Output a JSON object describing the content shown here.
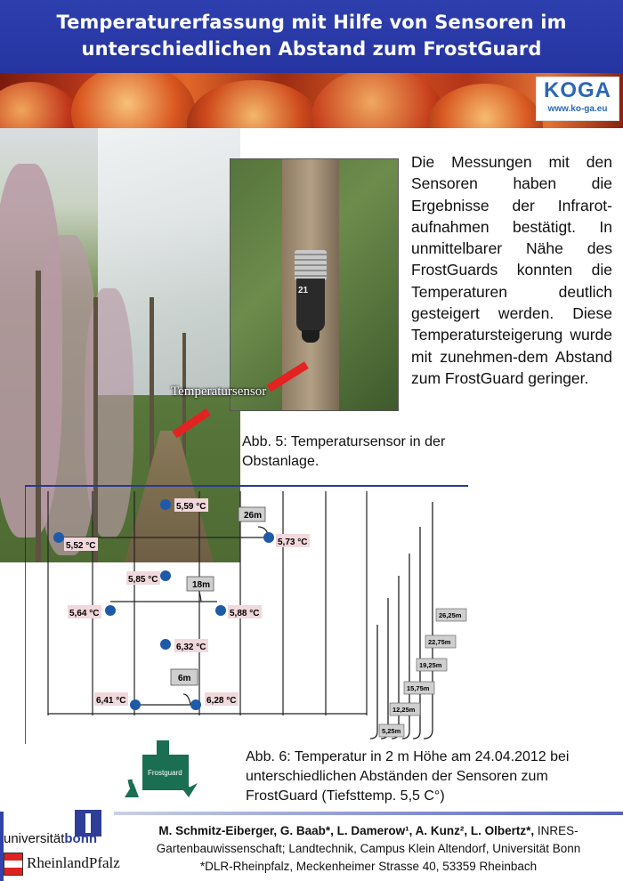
{
  "title": {
    "line1": "Temperaturerfassung mit Hilfe von Sensoren im",
    "line2": "unterschiedlichen Abstand zum FrostGuard"
  },
  "logo": {
    "mark": "KOGA",
    "url": "www.ko-ga.eu"
  },
  "photo": {
    "sensor_label": "Temperatursensor",
    "sensor_number": "21"
  },
  "body_text": "Die Messungen mit den Sensoren haben die Ergebnisse der Infrarot-aufnahmen bestätigt. In unmittelbarer Nähe des FrostGuards konnten die Temperaturen deutlich gesteigert werden. Diese Temperatursteigerung wurde mit zunehmen-dem Abstand zum FrostGuard geringer.",
  "captions": {
    "fig5": "Abb. 5: Temperatursensor in der Obstanlage.",
    "fig6": "Abb. 6: Temperatur in 2 m Höhe am 24.04.2012 bei unterschiedlichen Abständen der Sensoren zum FrostGuard (Tiefsttemp. 5,5 C°)"
  },
  "diagram": {
    "frostguard_label": "Frostguard",
    "sensors": [
      {
        "id": "s1",
        "temp": "5,59 °C"
      },
      {
        "id": "s2",
        "temp": "5,52 °C"
      },
      {
        "id": "s3",
        "temp": "5,73 °C"
      },
      {
        "id": "s4",
        "temp": "5,85 °C"
      },
      {
        "id": "s5",
        "temp": "5,64 °C"
      },
      {
        "id": "s6",
        "temp": "5,88 °C"
      },
      {
        "id": "s7",
        "temp": "6,32 °C"
      },
      {
        "id": "s8",
        "temp": "6,41 °C"
      },
      {
        "id": "s9",
        "temp": "6,28 °C"
      }
    ],
    "distance_labels": {
      "d26": "26m",
      "d18": "18m",
      "d6": "6m"
    },
    "row_distances": [
      "26,25m",
      "22,75m",
      "19,25m",
      "15,75m",
      "12,25m",
      "5,25m"
    ],
    "colors": {
      "sensor": "#1f5aa8",
      "temp_bg": "#f1d8dc",
      "label_bg": "#cfcfcf",
      "frostguard": "#1a6e52"
    }
  },
  "footer": {
    "university_prefix": "universität",
    "university_bonn": "bonn",
    "rlp": "RheinlandPfalz",
    "authors_bold": "M. Schmitz-Eiberger, G. Baab*, L. Damerow¹, A. Kunz², L. Olbertz*,",
    "authors_rest": " INRES-Gartenbauwissenschaft; Landtechnik, Campus Klein Altendorf, Universität Bonn",
    "address": "*DLR-Rheinpfalz, Meckenheimer Strasse 40, 53359 Rheinbach"
  }
}
